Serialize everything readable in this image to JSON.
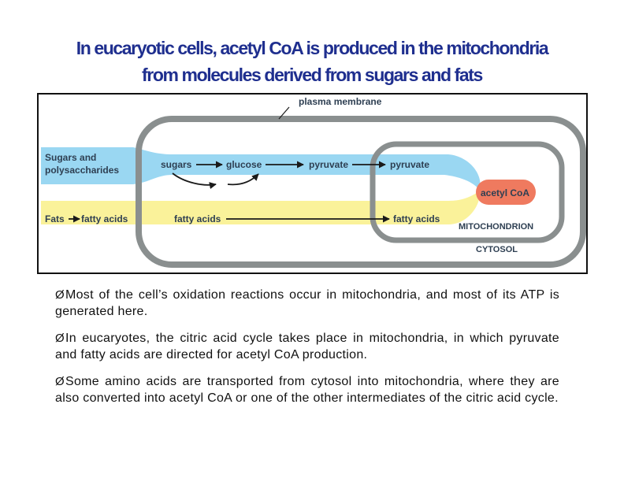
{
  "title": {
    "line1": "In eucaryotic cells, acetyl CoA is produced in the mitochondria",
    "line2": "from molecules derived from sugars and  fats"
  },
  "figure": {
    "plasma_membrane": "plasma membrane",
    "sugars_source_1": "Sugars and",
    "sugars_source_2": "polysaccharides",
    "sugars": "sugars",
    "glucose": "glucose",
    "pyruvate_cytosol": "pyruvate",
    "pyruvate_mito": "pyruvate",
    "acetyl_coa": "acetyl CoA",
    "fats": "Fats",
    "fatty_acids_1": "fatty acids",
    "fatty_acids_2": "fatty acids",
    "fatty_acids_3": "fatty acids",
    "mitochondrion": "MITOCHONDRION",
    "cytosol": "CYTOSOL",
    "colors": {
      "sugar_path": "#9ad7f2",
      "fat_path": "#faf29a",
      "membrane": "#8a8f8f",
      "acetyl_coa": "#ef7a5f",
      "label": "#2e3f52"
    }
  },
  "bullets": {
    "marker": "Ø",
    "items": [
      "Most of the cell’s oxidation reactions occur in mitochondria, and most of its ATP is generated here.",
      "In eucaryotes, the citric acid cycle takes place in mitochondria, in which pyruvate and fatty acids are directed for acetyl CoA production.",
      "Some amino acids are transported from cytosol into mitochondria, where they are also converted into acetyl CoA or one of the other intermediates of the citric acid cycle."
    ]
  }
}
